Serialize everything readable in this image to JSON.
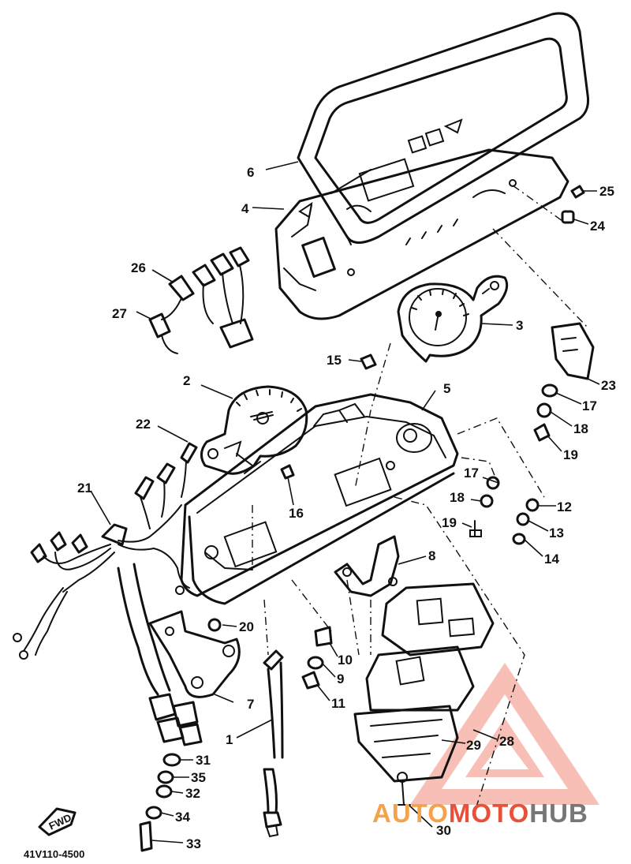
{
  "diagram_code": "41V110-4500",
  "watermark": {
    "part1": "AUTO",
    "part2": "MOTO",
    "part3": "HUB",
    "colors": {
      "accent": "#e8503a",
      "accent_light": "#f5a24a",
      "dark": "#777777"
    }
  },
  "direction_label": "FWD",
  "callouts": [
    {
      "id": "c1",
      "label": "1"
    },
    {
      "id": "c2",
      "label": "2"
    },
    {
      "id": "c3",
      "label": "3"
    },
    {
      "id": "c4",
      "label": "4"
    },
    {
      "id": "c5",
      "label": "5"
    },
    {
      "id": "c6",
      "label": "6"
    },
    {
      "id": "c7",
      "label": "7"
    },
    {
      "id": "c8",
      "label": "8"
    },
    {
      "id": "c9",
      "label": "9"
    },
    {
      "id": "c10",
      "label": "10"
    },
    {
      "id": "c11",
      "label": "11"
    },
    {
      "id": "c12",
      "label": "12"
    },
    {
      "id": "c13",
      "label": "13"
    },
    {
      "id": "c14",
      "label": "14"
    },
    {
      "id": "c15",
      "label": "15"
    },
    {
      "id": "c16",
      "label": "16"
    },
    {
      "id": "c17a",
      "label": "17"
    },
    {
      "id": "c17b",
      "label": "17"
    },
    {
      "id": "c18a",
      "label": "18"
    },
    {
      "id": "c18b",
      "label": "18"
    },
    {
      "id": "c19a",
      "label": "19"
    },
    {
      "id": "c19b",
      "label": "19"
    },
    {
      "id": "c20",
      "label": "20"
    },
    {
      "id": "c21",
      "label": "21"
    },
    {
      "id": "c22",
      "label": "22"
    },
    {
      "id": "c23",
      "label": "23"
    },
    {
      "id": "c24",
      "label": "24"
    },
    {
      "id": "c25",
      "label": "25"
    },
    {
      "id": "c26",
      "label": "26"
    },
    {
      "id": "c27",
      "label": "27"
    },
    {
      "id": "c28",
      "label": "28"
    },
    {
      "id": "c29",
      "label": "29"
    },
    {
      "id": "c30",
      "label": "30"
    },
    {
      "id": "c31",
      "label": "31"
    },
    {
      "id": "c32",
      "label": "32"
    },
    {
      "id": "c33",
      "label": "33"
    },
    {
      "id": "c34",
      "label": "34"
    },
    {
      "id": "c35",
      "label": "35"
    }
  ]
}
